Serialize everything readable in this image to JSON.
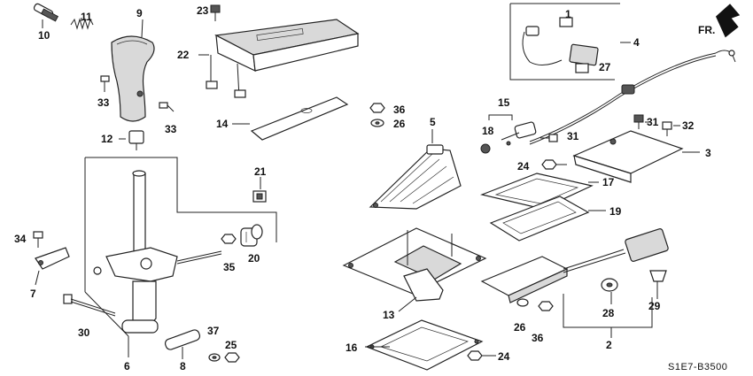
{
  "diagram": {
    "direction_label": "FR.",
    "drawing_code": "S1E7-B3500",
    "callouts": {
      "c1": "1",
      "c2": "2",
      "c3": "3",
      "c4": "4",
      "c5": "5",
      "c6": "6",
      "c7": "7",
      "c8": "8",
      "c9": "9",
      "c10": "10",
      "c11": "11",
      "c12": "12",
      "c13": "13",
      "c14": "14",
      "c15": "15",
      "c16": "16",
      "c17": "17",
      "c18": "18",
      "c19": "19",
      "c20": "20",
      "c21": "21",
      "c22": "22",
      "c23": "23",
      "c24a": "24",
      "c24b": "24",
      "c25": "25",
      "c26a": "26",
      "c26b": "26",
      "c27": "27",
      "c28": "28",
      "c29": "29",
      "c30": "30",
      "c31a": "31",
      "c31b": "31",
      "c32": "32",
      "c33a": "33",
      "c33b": "33",
      "c34": "34",
      "c35": "35",
      "c36a": "36",
      "c36b": "36",
      "c37": "37"
    }
  }
}
